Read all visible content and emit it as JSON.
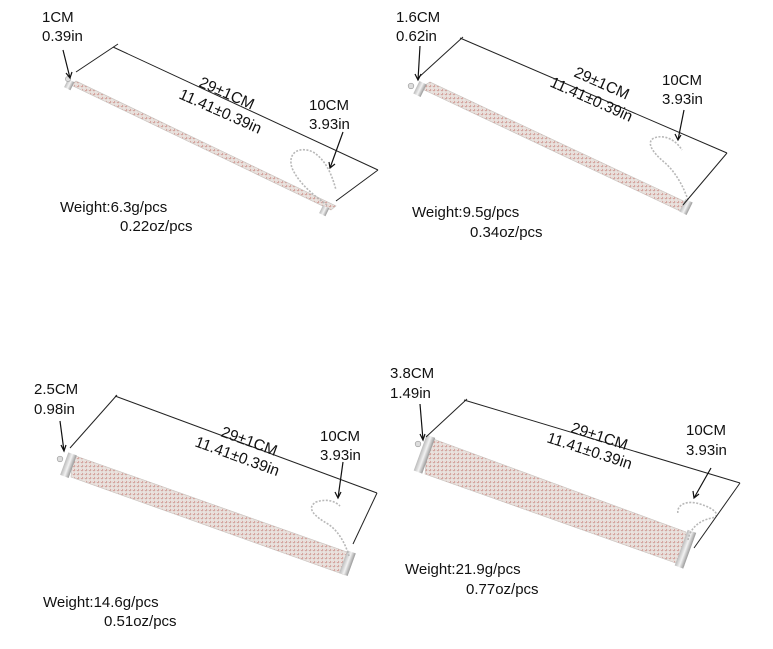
{
  "panels": [
    {
      "width_cm": "1CM",
      "width_in": "0.39in",
      "length_cm": "29±1CM",
      "length_in": "11.41±0.39in",
      "ext_cm": "10CM",
      "ext_in": "3.93in",
      "weight_g": "Weight:6.3g/pcs",
      "weight_oz": "0.22oz/pcs"
    },
    {
      "width_cm": "1.6CM",
      "width_in": "0.62in",
      "length_cm": "29±1CM",
      "length_in": "11.41±0.39in",
      "ext_cm": "10CM",
      "ext_in": "3.93in",
      "weight_g": "Weight:9.5g/pcs",
      "weight_oz": "0.34oz/pcs"
    },
    {
      "width_cm": "2.5CM",
      "width_in": "0.98in",
      "length_cm": "29±1CM",
      "length_in": "11.41±0.39in",
      "ext_cm": "10CM",
      "ext_in": "3.93in",
      "weight_g": "Weight:14.6g/pcs",
      "weight_oz": "0.51oz/pcs"
    },
    {
      "width_cm": "3.8CM",
      "width_in": "1.49in",
      "length_cm": "29±1CM",
      "length_in": "11.41±0.39in",
      "ext_cm": "10CM",
      "ext_in": "3.93in",
      "weight_g": "Weight:21.9g/pcs",
      "weight_oz": "0.77oz/pcs"
    }
  ]
}
